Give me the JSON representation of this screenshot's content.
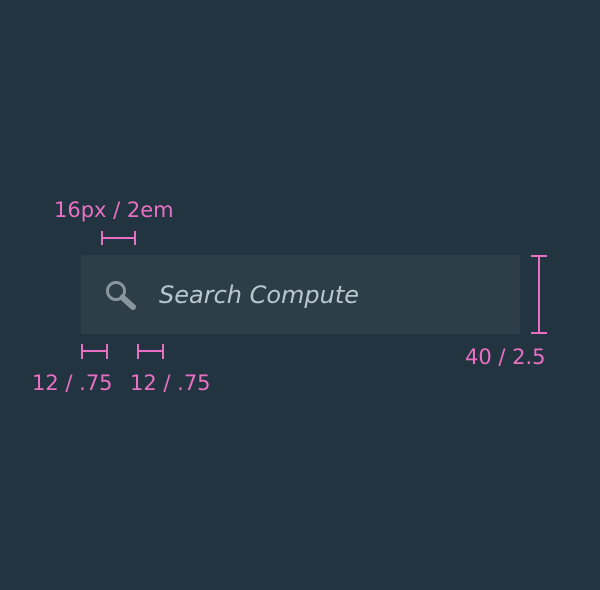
{
  "search": {
    "placeholder": "Search Compute",
    "value": "",
    "icon": "search-icon"
  },
  "annotations": {
    "icon_size": "16px / 2em",
    "padding_left": "12 / .75",
    "padding_gap": "12 / .75",
    "height": "40 / 2.5"
  },
  "colors": {
    "background": "#22343f",
    "search_field": "#2d3e48",
    "placeholder_text": "#b9c6cd",
    "icon": "#8a969d",
    "annotation": "#e870c4"
  }
}
